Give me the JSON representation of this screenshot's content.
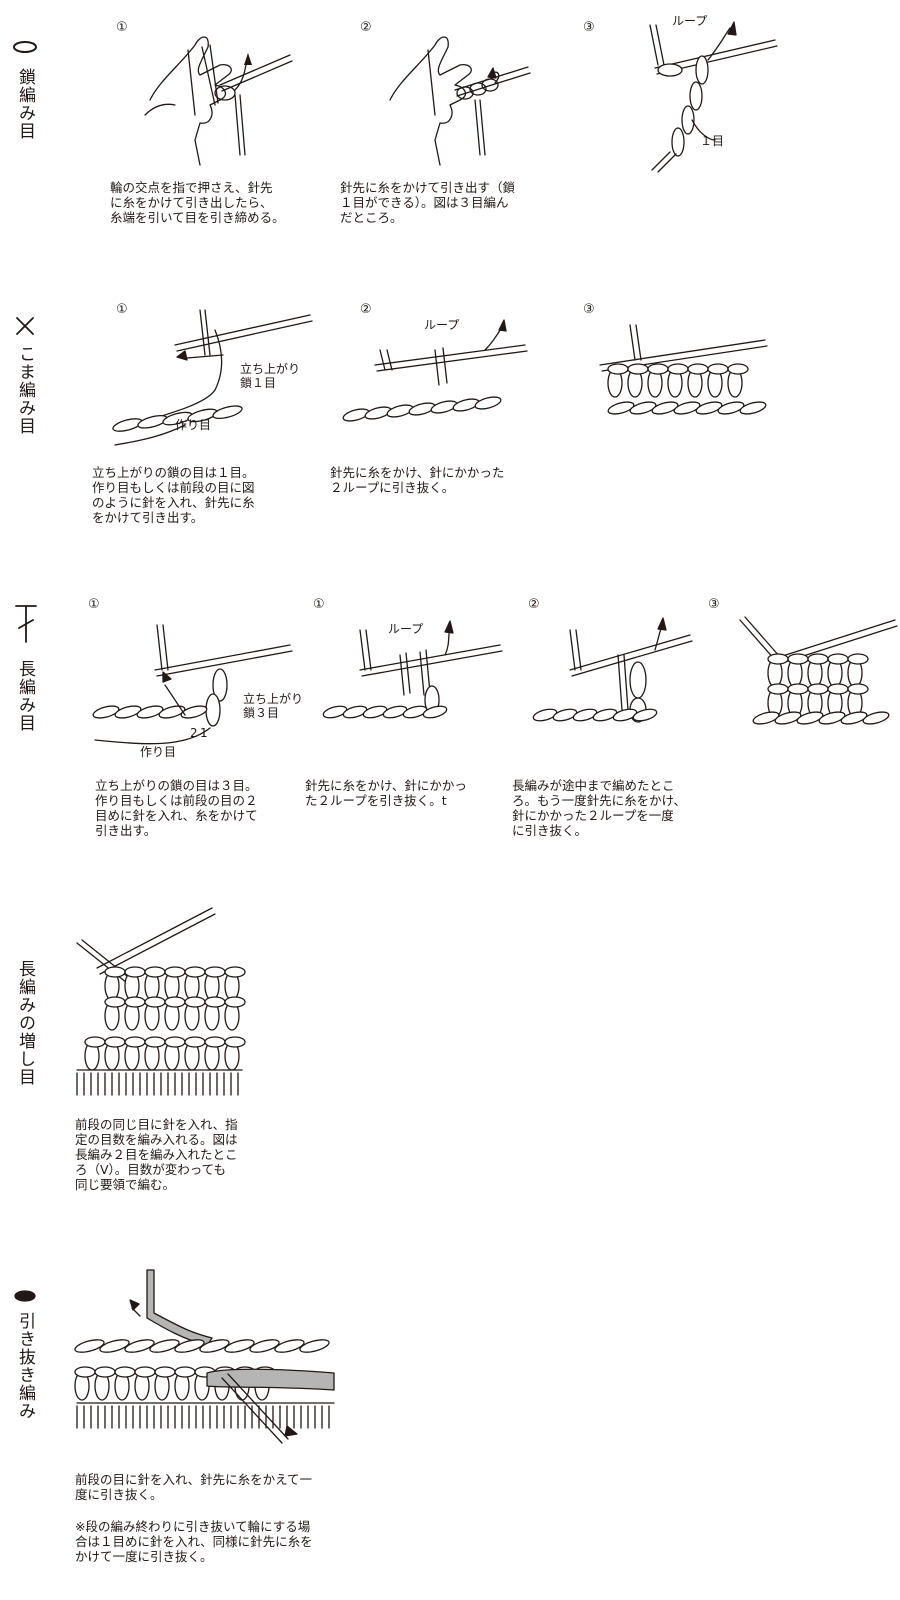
{
  "sections": [
    {
      "symbol": "chain-symbol",
      "title": "鎖編み目",
      "steps": [
        {
          "num": "①",
          "caption": "輪の交点を指で押さえ、針先\nに糸をかけて引き出したら、\n糸端を引いて目を引き締める。"
        },
        {
          "num": "②",
          "caption": "針先に糸をかけて引き出す（鎖\n１目ができる）。図は３目編ん\nだところ。"
        },
        {
          "num": "③",
          "labels": [
            "ループ",
            "１目"
          ]
        }
      ]
    },
    {
      "symbol": "single-crochet-symbol",
      "title": "こま編み目",
      "steps": [
        {
          "num": "①",
          "caption": "立ち上がりの鎖の目は１目。\n作り目もしくは前段の目に図\nのように針を入れ、針先に糸\nをかけて引き出す。",
          "labels": [
            "立ち上がり\n鎖１目",
            "作り目"
          ]
        },
        {
          "num": "②",
          "caption": "針先に糸をかけ、針にかかった\n２ループに引き抜く。",
          "labels": [
            "ループ"
          ]
        },
        {
          "num": "③"
        }
      ]
    },
    {
      "symbol": "double-crochet-symbol",
      "title": "長編み目",
      "steps": [
        {
          "num": "①",
          "caption": "立ち上がりの鎖の目は３目。\n作り目もしくは前段の目の２\n目めに針を入れ、糸をかけて\n引き出す。",
          "labels": [
            "立ち上がり\n鎖３目",
            "2",
            "1",
            "作り目"
          ]
        },
        {
          "num": "①",
          "caption": "針先に糸をかけ、針にかかっ\nた２ループを引き抜く。t",
          "labels": [
            "ループ"
          ]
        },
        {
          "num": "②",
          "caption": "長編みが途中まで編めたとこ\nろ。もう一度針先に糸をかけ、\n針にかかった２ループを一度\nに引き抜く。"
        },
        {
          "num": "③"
        }
      ]
    },
    {
      "title": "長編みの増し目",
      "steps": [
        {
          "caption": "前段の同じ目に針を入れ、指\n定の目数を編み入れる。図は\n長編み２目を編み入れたとこ\nろ（V）。目数が変わっても\n同じ要領で編む。"
        }
      ]
    },
    {
      "symbol": "slip-stitch-symbol",
      "title": "引き抜き編み",
      "steps": [
        {
          "caption": "前段の目に針を入れ、針先に糸をかえて一\n度に引き抜く。",
          "note": "※段の編み終わりに引き抜いて輪にする場\n合は１目めに針を入れ、同様に針先に糸を\nかけて一度に引き抜く。"
        }
      ]
    }
  ]
}
